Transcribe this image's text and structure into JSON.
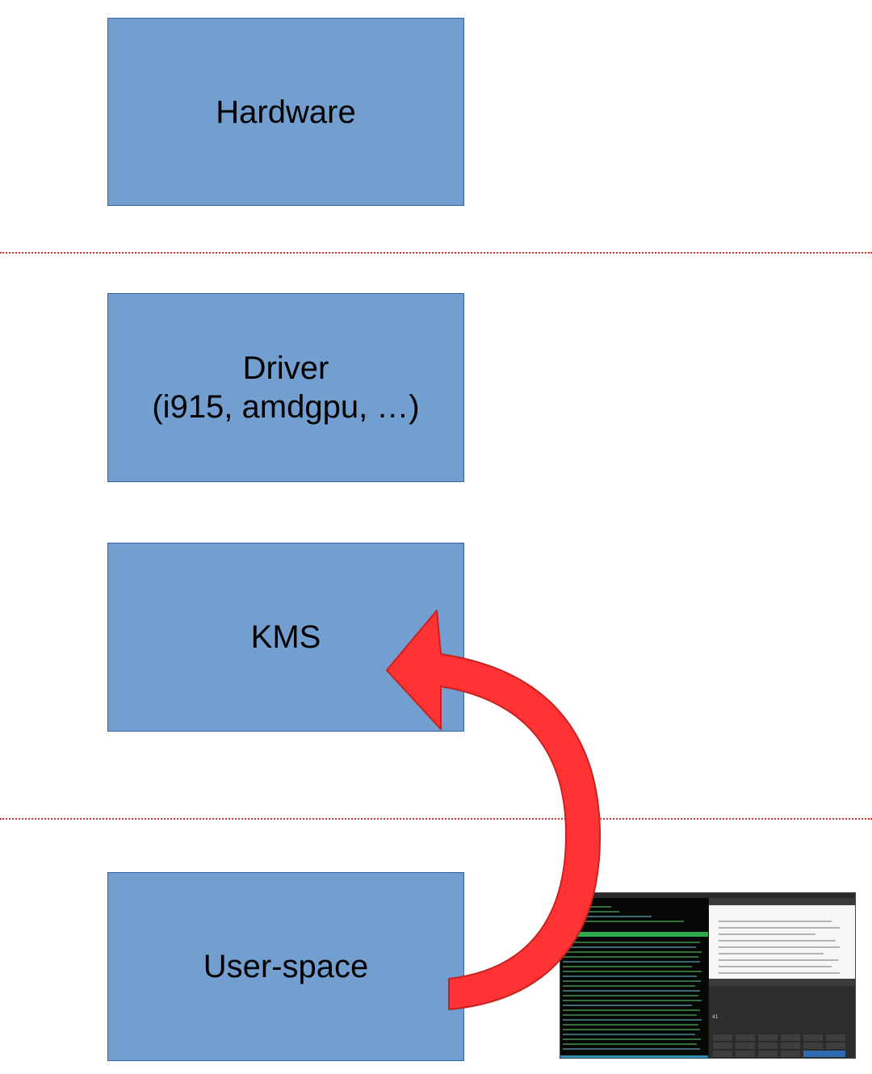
{
  "diagram": {
    "boxes": {
      "hardware": {
        "label": "Hardware"
      },
      "driver": {
        "label": "Driver",
        "sublabel": "(i915, amdgpu, …)"
      },
      "kms": {
        "label": "KMS"
      },
      "userspace": {
        "label": "User-space"
      }
    },
    "separators": [
      "dotted-red",
      "dotted-red"
    ],
    "arrow": {
      "from": "User-space",
      "to": "KMS",
      "color": "#ff3333"
    },
    "thumbnail": {
      "calc_display": "41"
    }
  },
  "colors": {
    "box_fill": "#729fcf",
    "box_border": "#3465a4",
    "separator": "#e03030",
    "arrow": "#ff3333",
    "arrow_outline": "#c9211e"
  }
}
